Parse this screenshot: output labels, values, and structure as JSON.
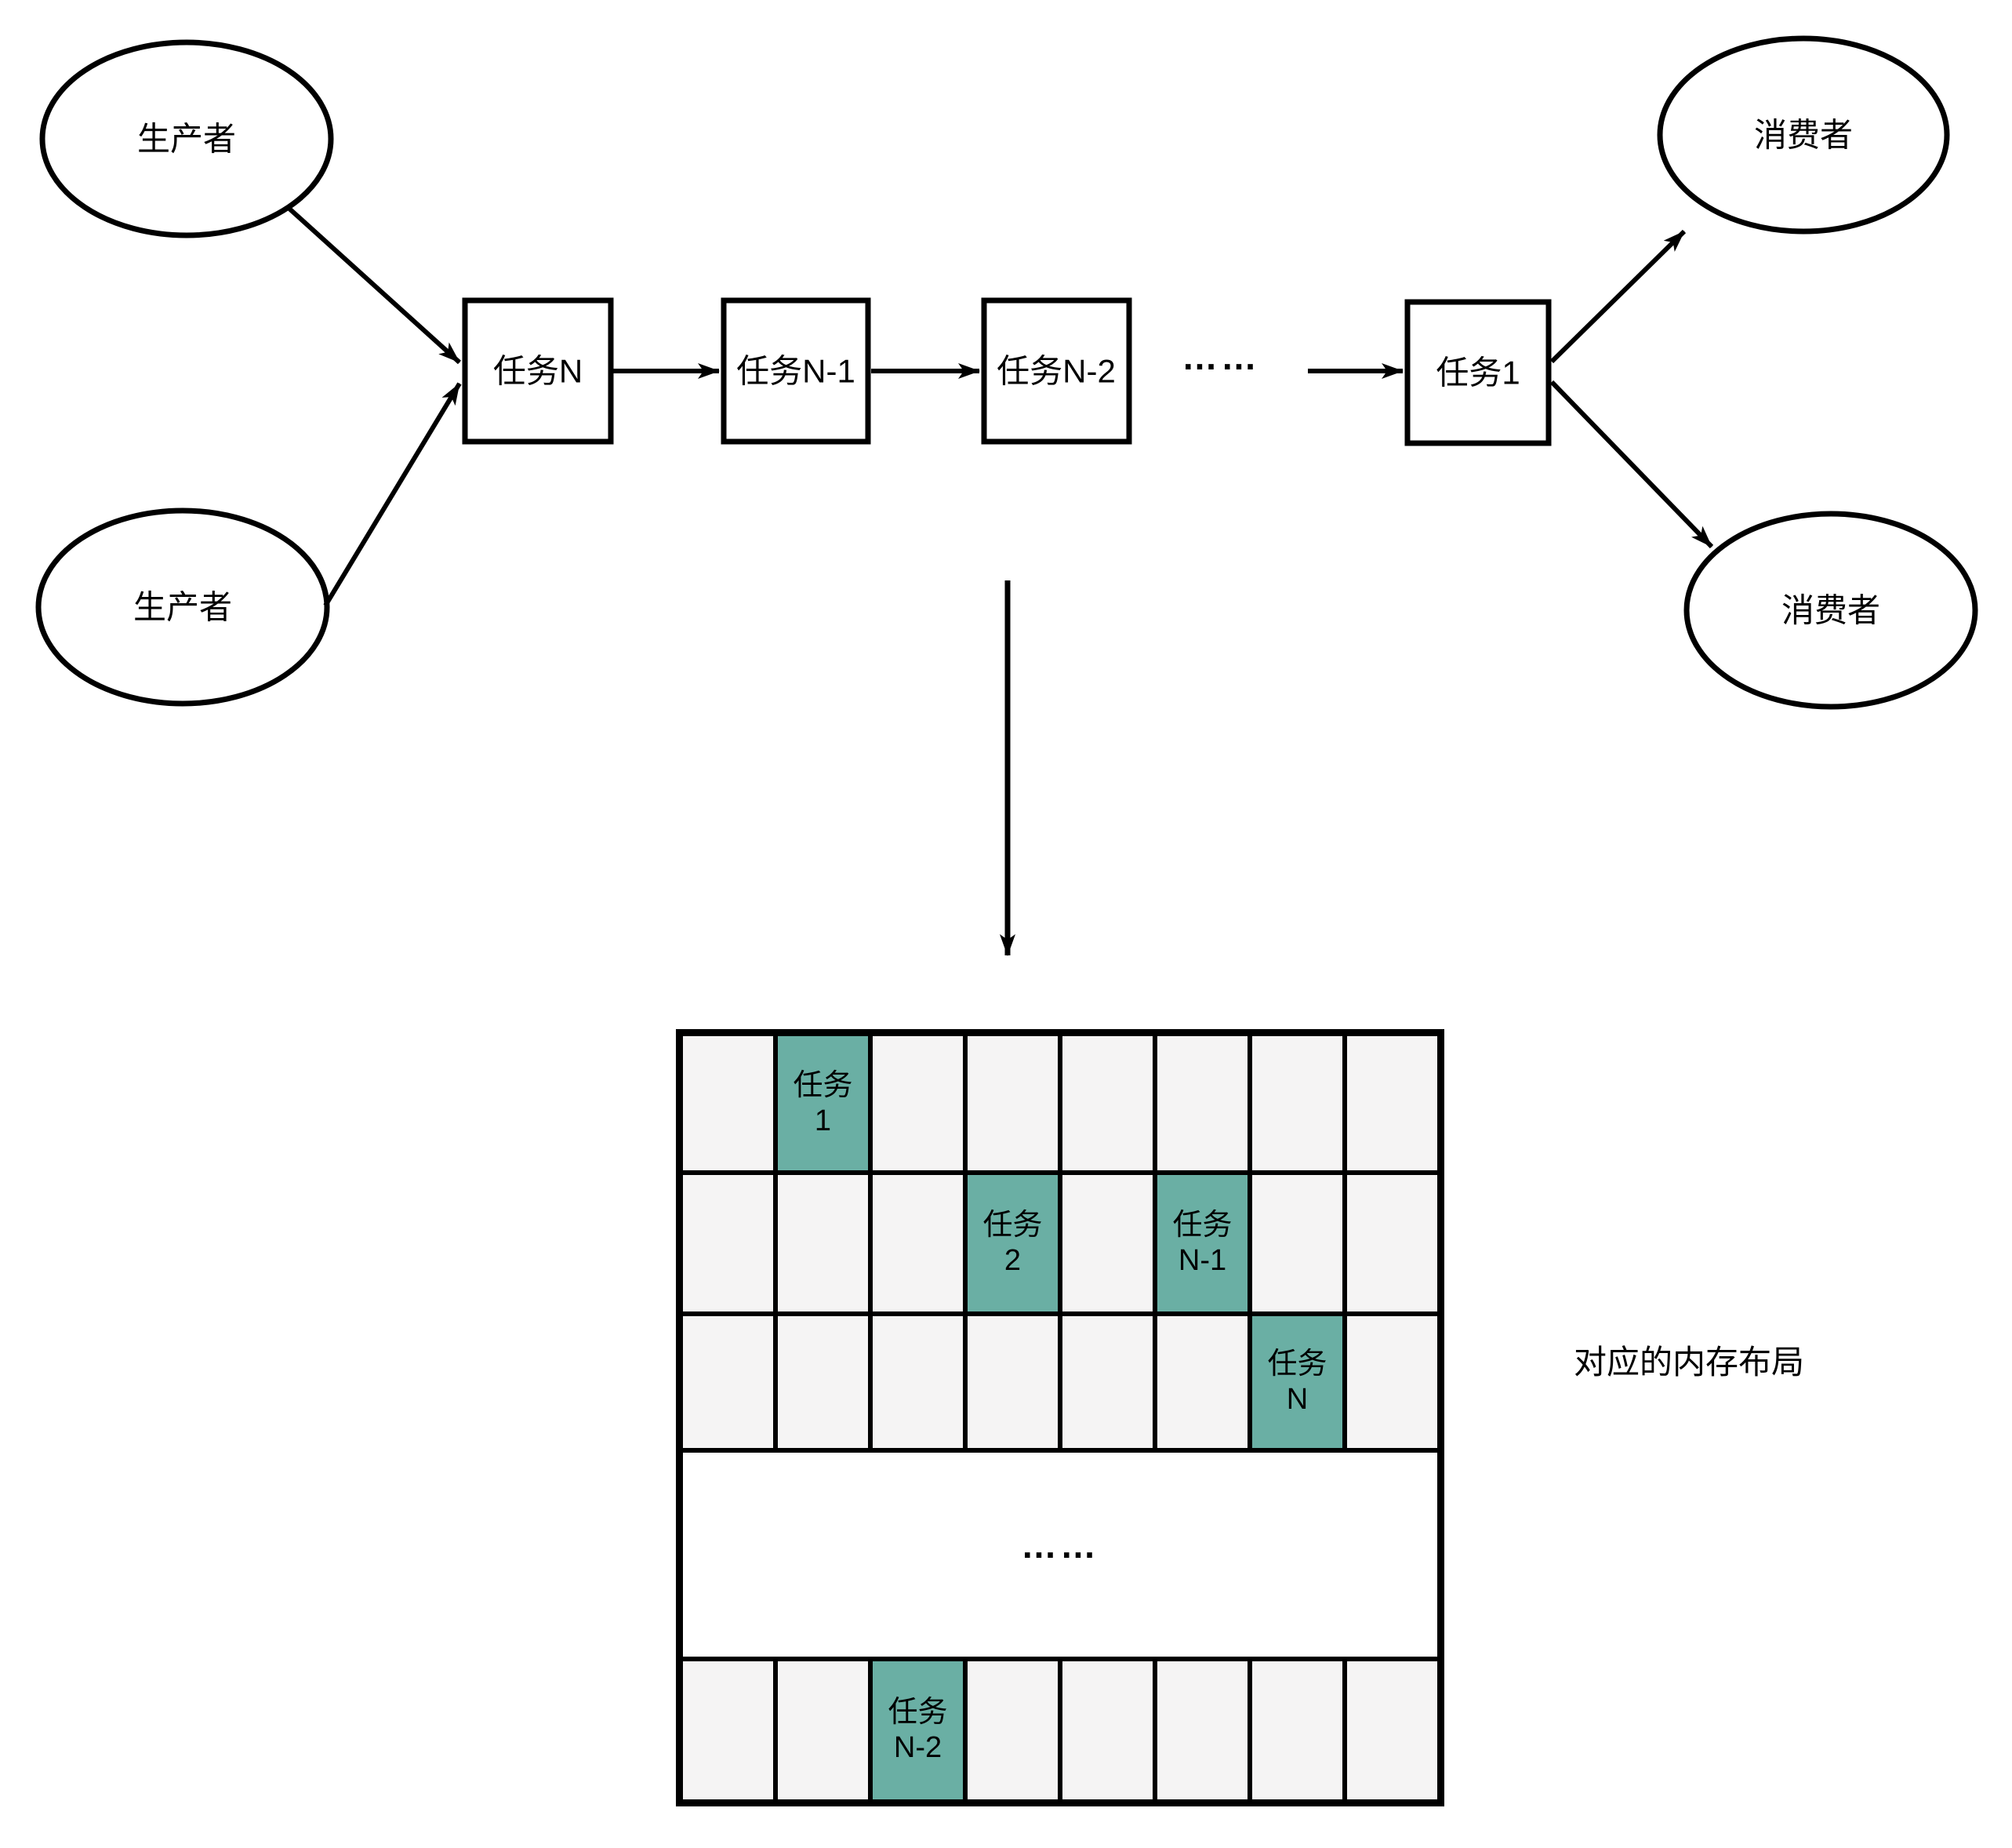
{
  "pipeline": {
    "producer_top": "生产者",
    "producer_bottom": "生产者",
    "consumer_top": "消费者",
    "consumer_bottom": "消费者",
    "task_n": "任务N",
    "task_n1": "任务N-1",
    "task_n2": "任务N-2",
    "task_1": "任务1",
    "ellipsis": "……"
  },
  "memory": {
    "caption": "对应的内存布局",
    "columns": 8,
    "rows": [
      {
        "type": "cells",
        "cells": [
          {
            "col": 2,
            "lines": [
              "任务",
              "1"
            ]
          }
        ]
      },
      {
        "type": "cells",
        "cells": [
          {
            "col": 4,
            "lines": [
              "任务",
              "2"
            ]
          },
          {
            "col": 6,
            "lines": [
              "任务",
              "N-1"
            ]
          }
        ]
      },
      {
        "type": "cells",
        "cells": [
          {
            "col": 7,
            "lines": [
              "任务",
              "N"
            ]
          }
        ]
      },
      {
        "type": "dots",
        "label": "……"
      },
      {
        "type": "cells",
        "cells": [
          {
            "col": 3,
            "lines": [
              "任务",
              "N-2"
            ]
          }
        ]
      }
    ],
    "colors": {
      "highlight": "#6aafa4",
      "cell": "#f5f4f4",
      "border": "#000000"
    }
  }
}
